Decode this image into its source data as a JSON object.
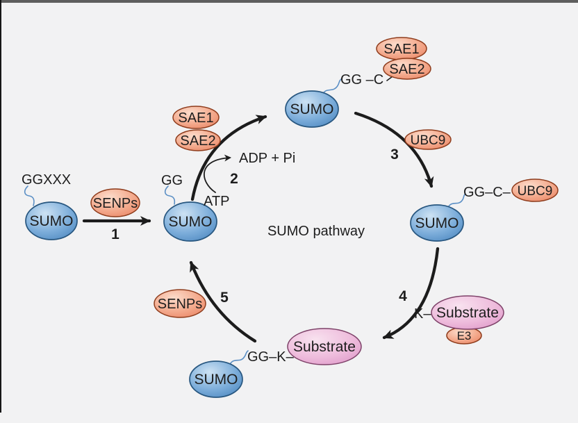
{
  "figure": {
    "type": "pathway-diagram",
    "title": "SUMO pathway",
    "description_steps": [
      "1",
      "2",
      "3",
      "4",
      "5"
    ]
  },
  "colors": {
    "background": "#f2f2f3",
    "top_bar": "#5e5e5e",
    "left_bar": "#161616",
    "arrow": "#1c1c1c",
    "text": "#1d1d1d",
    "linker": "#5b8fc5",
    "sumo_light": "#cde2f3",
    "sumo_mid": "#7cadda",
    "sumo_dark": "#4581bb",
    "sumo_stroke": "#27567f",
    "enzyme_light": "#fcdccb",
    "enzyme_mid": "#f3a98c",
    "enzyme_dark": "#e87f5e",
    "enzyme_stroke": "#8e3c1c",
    "substrate_light": "#f8e2ef",
    "substrate_mid": "#eebcdc",
    "substrate_dark": "#dc93c6",
    "substrate_stroke": "#7d4168"
  },
  "nodes": {
    "sumo_left": "SUMO",
    "sumo_center": "SUMO",
    "sumo_top": "SUMO",
    "sumo_right": "SUMO",
    "sumo_bottom": "SUMO",
    "senps_step1": "SENPs",
    "sae1_mid": "SAE1",
    "sae2_mid": "SAE2",
    "sae1_top": "SAE1",
    "sae2_top": "SAE2",
    "ubc9_step3": "UBC9",
    "ubc9_attached": "UBC9",
    "senps_step5": "SENPs",
    "substrate_k": "Substrate",
    "e3": "E3",
    "substrate_bottom": "Substrate"
  },
  "tags": {
    "ggxxx": "GGXXX",
    "gg_center": "GG",
    "atp": "ATP",
    "adp_pi": "ADP + Pi",
    "gg_c_top": "GG –C",
    "gg_c_right": "GG–C–",
    "gg_k_bottom": "GG–K–",
    "k_right": "K–",
    "center_title": "SUMO pathway"
  },
  "steps": {
    "step1": "1",
    "step2": "2",
    "step3": "3",
    "step4": "4",
    "step5": "5"
  }
}
